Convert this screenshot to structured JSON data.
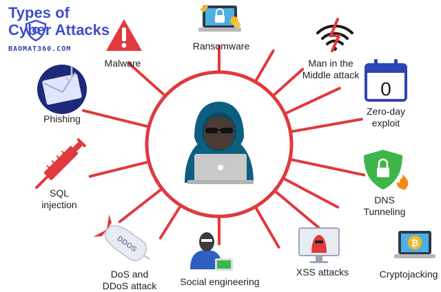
{
  "title": {
    "line1": "Types of",
    "line2": "Cyber Attacks"
  },
  "brand": "BAOMAT360.COM",
  "colors": {
    "accent": "#e0393e",
    "title": "#3f4fc8",
    "text": "#1f1f1f",
    "hood": "#0c5f7e"
  },
  "center": {
    "icon": "hooded-hacker-with-laptop-icon"
  },
  "attacks": [
    {
      "key": "malware",
      "label": "Malware",
      "icon": "warning-triangle-icon"
    },
    {
      "key": "ransomware",
      "label": "Ransomware",
      "icon": "locked-laptop-icon"
    },
    {
      "key": "mitm",
      "label": "Man in the Middle attack",
      "icon": "broken-wifi-icon"
    },
    {
      "key": "zeroday",
      "label": "Zero-day exploit",
      "icon": "calendar-zero-icon"
    },
    {
      "key": "dns",
      "label": "DNS Tunneling",
      "icon": "shield-lock-fire-icon"
    },
    {
      "key": "crypto",
      "label": "Cryptojacking",
      "icon": "bitcoin-laptop-icon"
    },
    {
      "key": "xss",
      "label": "XSS attacks",
      "icon": "hacker-monitor-icon"
    },
    {
      "key": "social",
      "label": "Social engineering",
      "icon": "masked-person-icon"
    },
    {
      "key": "ddos",
      "label": "DoS and DDoS attack",
      "icon": "ddos-missile-icon"
    },
    {
      "key": "sql",
      "label": "SQL injection",
      "icon": "syringe-icon"
    },
    {
      "key": "phishing",
      "label": "Phishing",
      "icon": "envelope-hook-icon"
    }
  ]
}
